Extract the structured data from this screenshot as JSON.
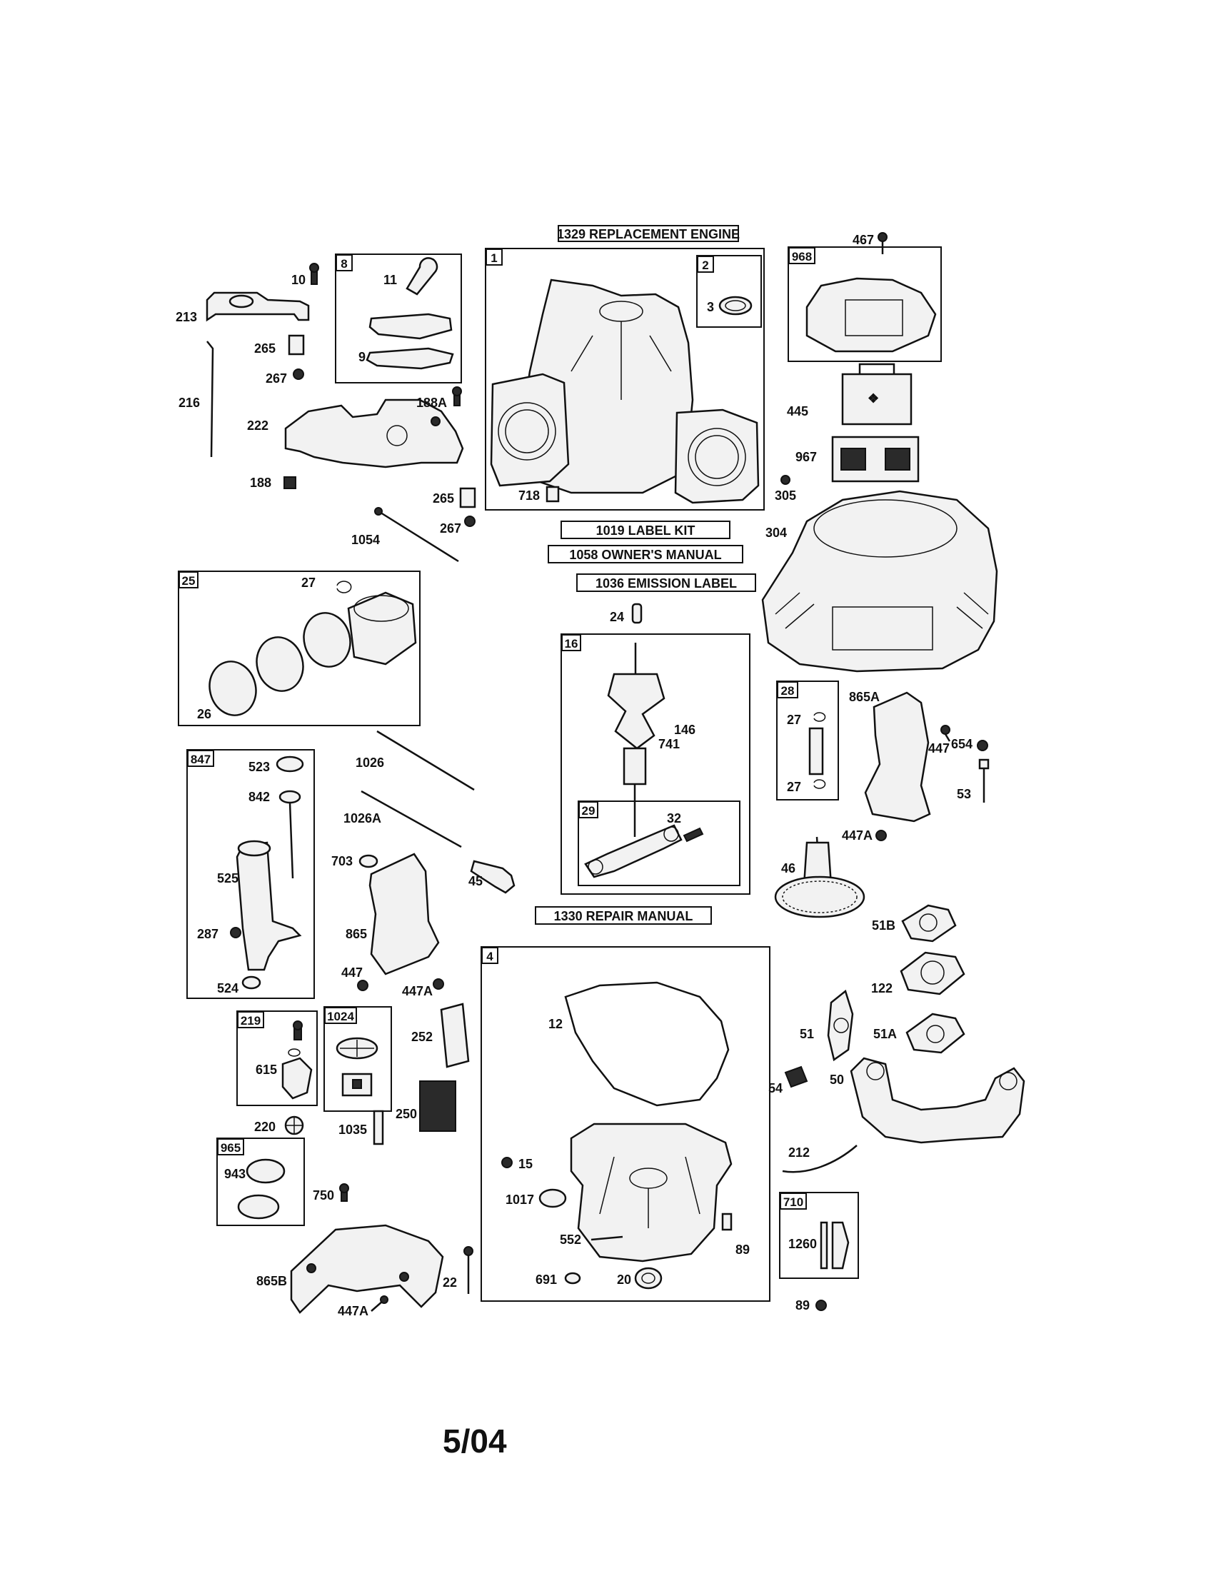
{
  "page_date": "5/04",
  "label_bars": [
    {
      "key": "replacement_engine",
      "text": "1329 REPLACEMENT ENGINE"
    },
    {
      "key": "label_kit",
      "text": "1019 LABEL KIT"
    },
    {
      "key": "owners_manual",
      "text": "1058 OWNER'S MANUAL"
    },
    {
      "key": "emission_label",
      "text": "1036 EMISSION LABEL"
    },
    {
      "key": "repair_manual",
      "text": "1330 REPAIR MANUAL"
    }
  ],
  "boxes": {
    "b1": "1",
    "b2": "2",
    "b8": "8",
    "b968": "968",
    "b25": "25",
    "b16": "16",
    "b29": "29",
    "b28": "28",
    "b847": "847",
    "b4": "4",
    "b219": "219",
    "b1024": "1024",
    "b965": "965",
    "b710": "710"
  },
  "parts": {
    "p10": "10",
    "p213": "213",
    "p265a": "265",
    "p267a": "267",
    "p216": "216",
    "p222": "222",
    "p188a": "188A",
    "p188": "188",
    "p265b": "265",
    "p267b": "267",
    "p1054": "1054",
    "p11": "11",
    "p9": "9",
    "p3": "3",
    "p718": "718",
    "p467": "467",
    "p445": "445",
    "p967": "967",
    "p305": "305",
    "p304": "304",
    "p27a": "27",
    "p26": "26",
    "p24": "24",
    "p146": "146",
    "p741": "741",
    "p32": "32",
    "p27b": "27",
    "p27c": "27",
    "p865a": "865A",
    "p447a": "447",
    "p654": "654",
    "p53": "53",
    "p447aa": "447A",
    "p46": "46",
    "p51b": "51B",
    "p122": "122",
    "p51": "51",
    "p51a": "51A",
    "p54": "54",
    "p50": "50",
    "p212": "212",
    "p1260": "1260",
    "p89a": "89",
    "p89b": "89",
    "p523": "523",
    "p842": "842",
    "p525": "525",
    "p287": "287",
    "p524": "524",
    "p1026": "1026",
    "p1026a": "1026A",
    "p703": "703",
    "p45": "45",
    "p865": "865",
    "p447b": "447",
    "p447ab": "447A",
    "p252": "252",
    "p615": "615",
    "p220": "220",
    "p1035": "1035",
    "p250": "250",
    "p943": "943",
    "p750": "750",
    "p865b": "865B",
    "p447ac": "447A",
    "p22": "22",
    "p12": "12",
    "p15": "15",
    "p1017": "1017",
    "p552": "552",
    "p691": "691",
    "p20": "20"
  }
}
